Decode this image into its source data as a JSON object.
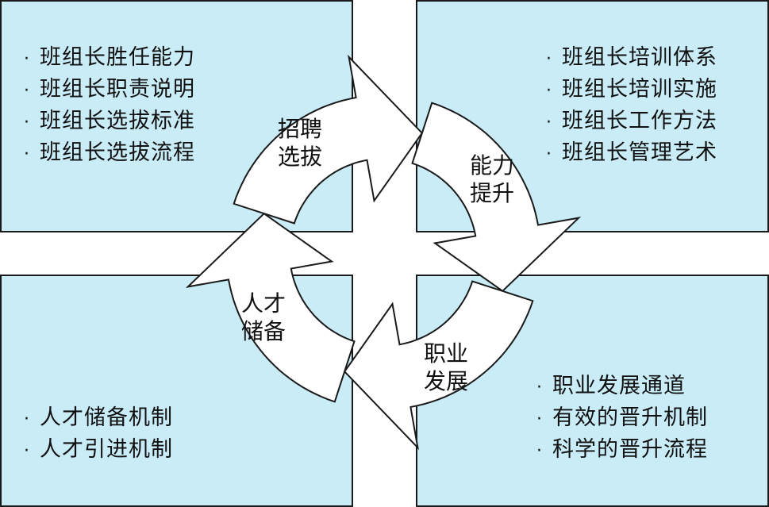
{
  "quadrants": {
    "top_left": {
      "items": [
        "班组长胜任能力",
        "班组长职责说明",
        "班组长选拔标准",
        "班组长选拔流程"
      ]
    },
    "top_right": {
      "items": [
        "班组长培训体系",
        "班组长培训实施",
        "班组长工作方法",
        "班组长管理艺术"
      ]
    },
    "bottom_left": {
      "items": [
        "人才储备机制",
        "人才引进机制"
      ]
    },
    "bottom_right": {
      "items": [
        "职业发展通道",
        "有效的晋升机制",
        "科学的晋升流程"
      ]
    }
  },
  "bullet": "·",
  "cycle": {
    "stages": [
      {
        "line1": "招聘",
        "line2": "选拔"
      },
      {
        "line1": "能力",
        "line2": "提升"
      },
      {
        "line1": "职业",
        "line2": "发展"
      },
      {
        "line1": "人才",
        "line2": "储备"
      }
    ],
    "colors": {
      "arrow_fill": "#ffffff",
      "arrow_stroke": "#1a1a1a",
      "box_fill": "#c9ecf7"
    }
  }
}
